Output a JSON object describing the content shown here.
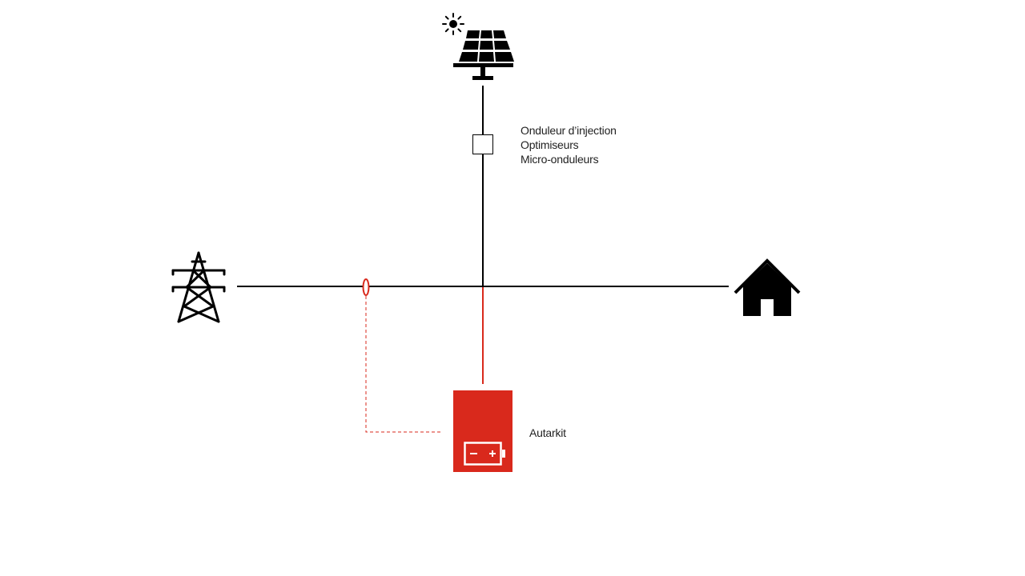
{
  "colors": {
    "line": "#000000",
    "accent": "#d9291c",
    "text": "#222222",
    "background": "#ffffff"
  },
  "icons": {
    "sun": "sun-icon",
    "solar_panel": "solar-panel-icon",
    "pylon": "power-pylon-icon",
    "house": "house-icon",
    "battery": "battery-icon",
    "current_sensor": "current-sensor-icon"
  },
  "inverter": {
    "labels": [
      "Onduleur d’injection",
      "Optimiseurs",
      "Micro-onduleurs"
    ]
  },
  "battery_unit": {
    "label": "Autarkit"
  }
}
